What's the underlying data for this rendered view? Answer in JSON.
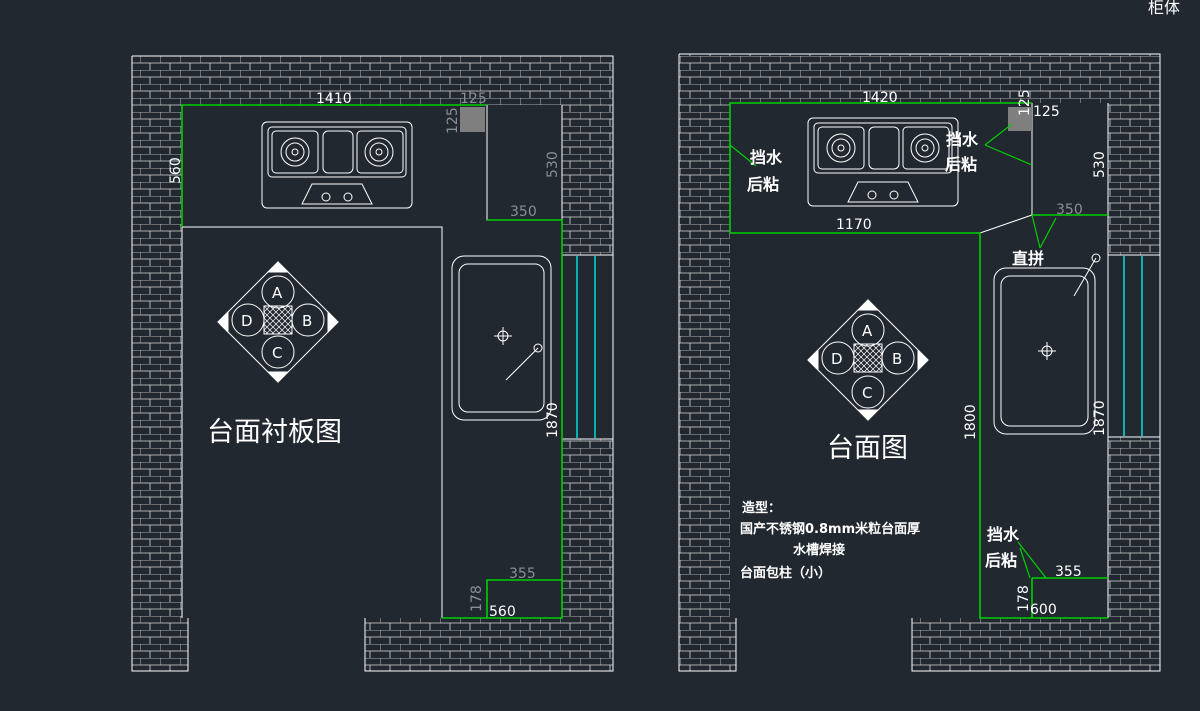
{
  "corner_text": "柜体",
  "left_plan": {
    "title": "台面衬板图",
    "dims": {
      "top_width": "1410",
      "corner_a": "125",
      "corner_b": "125",
      "left_depth": "560",
      "right_depth": "530",
      "inner_width": "350",
      "right_length": "1870",
      "bottom_width": "355",
      "bottom_depth": "178",
      "bottom_base": "560"
    },
    "compass": {
      "a": "A",
      "b": "B",
      "c": "C",
      "d": "D"
    }
  },
  "right_plan": {
    "title": "台面图",
    "dims": {
      "top_width": "1420",
      "corner_a": "125",
      "corner_b": "125",
      "right_depth": "530",
      "inner_width": "350",
      "mid_width": "1170",
      "left_length": "1800",
      "right_length": "1870",
      "bottom_width": "355",
      "bottom_depth": "178",
      "bottom_base": "600"
    },
    "notes": {
      "splash_left": [
        "挡水",
        "后粘"
      ],
      "splash_right": [
        "挡水",
        "后粘"
      ],
      "straight_joint": "直拼",
      "splash_bottom": [
        "挡水",
        "后粘"
      ]
    },
    "spec": {
      "heading": "造型：",
      "line1": "国产不锈钢0.8mm米粒台面厚",
      "line2": "水槽焊接",
      "line3": "台面包柱（小）"
    },
    "compass": {
      "a": "A",
      "b": "B",
      "c": "C",
      "d": "D"
    }
  },
  "colors": {
    "background": "#212830",
    "line_white": "#ffffff",
    "line_green": "#00d000",
    "line_cyan": "#00e0e0",
    "text_gray": "#8a8f95"
  }
}
